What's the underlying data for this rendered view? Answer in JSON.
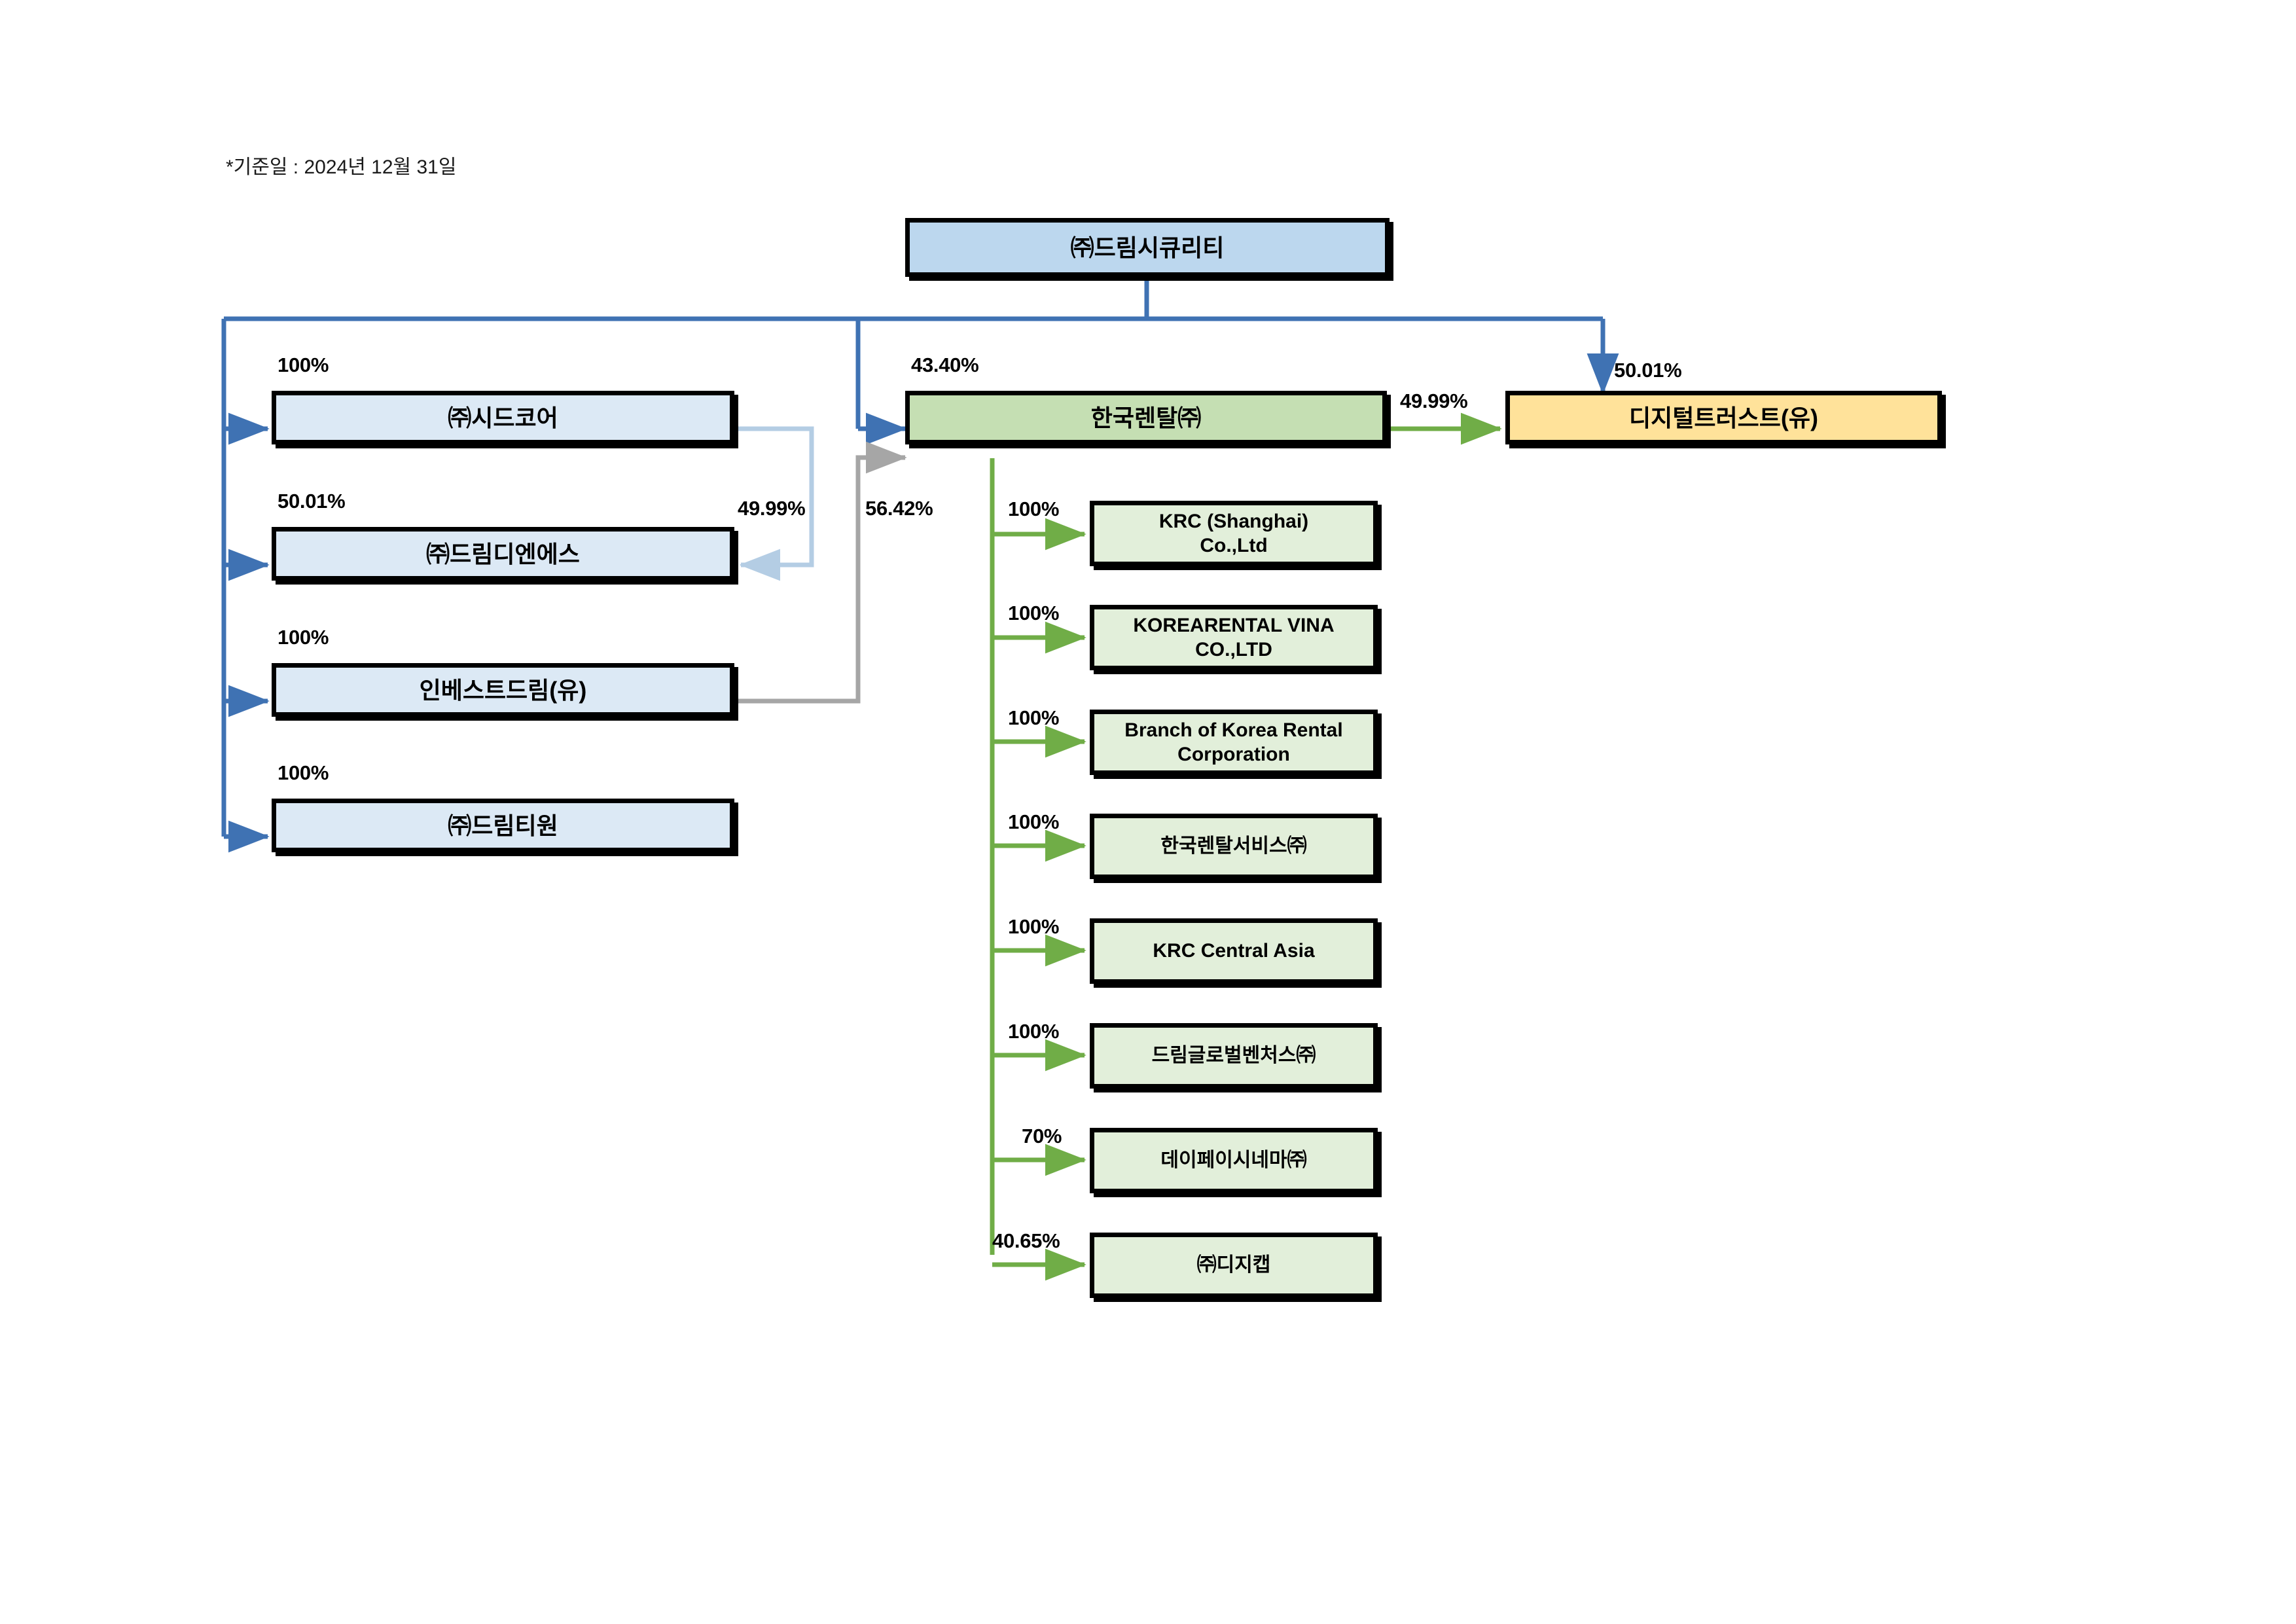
{
  "diagram": {
    "type": "org-ownership-chart",
    "note": "*기준일 : 2024년 12월 31일",
    "colors": {
      "blue_fill": "#dce9f5",
      "blue_top_fill": "#bcd7ee",
      "green_fill": "#c5dfb3",
      "green_light_fill": "#e2efda",
      "orange_fill": "#ffe29a",
      "blue_connector": "#4a7ebb",
      "lightblue_connector": "#b4cde4",
      "gray_connector": "#a6a6a6",
      "green_connector": "#70ad47",
      "border": "#000000"
    },
    "root": {
      "name": "㈜드림시큐리티"
    },
    "left_subsidiaries": [
      {
        "name": "㈜시드코어",
        "pct": "100%"
      },
      {
        "name": "㈜드림디엔에스",
        "pct": "50.01%"
      },
      {
        "name": "인베스트드림(유)",
        "pct": "100%"
      },
      {
        "name": "㈜드림티원",
        "pct": "100%"
      }
    ],
    "center": {
      "name": "한국렌탈㈜",
      "pct": "43.40%"
    },
    "right": {
      "name": "디지털트러스트(유)",
      "pct": "50.01%"
    },
    "cross_links": [
      {
        "from": "㈜시드코어",
        "to": "㈜드림디엔에스",
        "pct": "49.99%"
      },
      {
        "from": "인베스트드림(유)",
        "to": "한국렌탈㈜",
        "pct": "56.42%"
      },
      {
        "from": "한국렌탈㈜",
        "to": "디지털트러스트(유)",
        "pct": "49.99%"
      }
    ],
    "center_subsidiaries": [
      {
        "name": "KRC (Shanghai)\nCo.,Ltd",
        "pct": "100%"
      },
      {
        "name": "KOREARENTAL VINA\nCO.,LTD",
        "pct": "100%"
      },
      {
        "name": "Branch of Korea Rental\nCorporation",
        "pct": "100%"
      },
      {
        "name": "한국렌탈서비스㈜",
        "pct": "100%"
      },
      {
        "name": "KRC Central Asia",
        "pct": "100%"
      },
      {
        "name": "드림글로벌벤처스㈜",
        "pct": "100%"
      },
      {
        "name": "데이페이시네마㈜",
        "pct": "70%"
      },
      {
        "name": "㈜디지캡",
        "pct": "40.65%"
      }
    ]
  }
}
